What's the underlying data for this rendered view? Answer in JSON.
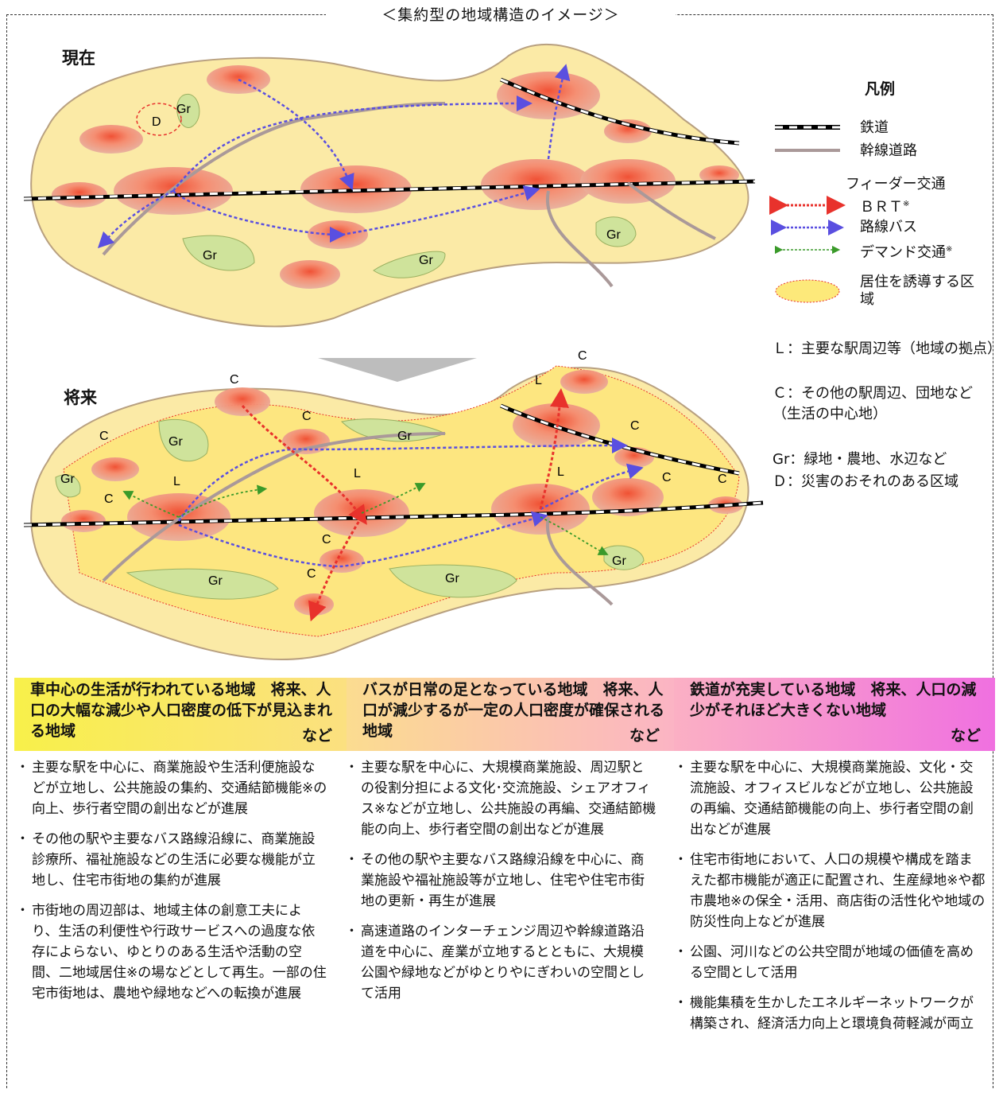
{
  "title": "＜集約型の地域構造のイメージ＞",
  "map_top": {
    "label": "現在"
  },
  "map_bottom": {
    "label": "将来"
  },
  "map_labels": {
    "gr": "Gr",
    "d": "D",
    "l": "L",
    "c": "C"
  },
  "legend": {
    "title": "凡例",
    "items": [
      {
        "text": "鉄道",
        "kind": "railway"
      },
      {
        "text": "幹線道路",
        "kind": "road"
      },
      {
        "text": "フィーダー交通",
        "kind": "heading"
      },
      {
        "text": "ＢＲＴ",
        "note": "※",
        "kind": "brt",
        "color": "#e8322c"
      },
      {
        "text": "路線バス",
        "kind": "bus",
        "color": "#5a4fe0"
      },
      {
        "text": "デマンド交通",
        "note": "※",
        "kind": "demand",
        "color": "#3a9a2a"
      },
      {
        "text": "居住を誘導する区域",
        "kind": "zone",
        "color": "#fde97a"
      }
    ],
    "definitions": [
      {
        "key": "Ｌ",
        "text": "：主要な駅周辺等（地域の拠点）"
      },
      {
        "key": "Ｃ",
        "text": "：その他の駅周辺、団地など（生活の中心地）"
      },
      {
        "key": "Gr",
        "text": "：緑地・農地、水辺など"
      },
      {
        "key": "Ｄ",
        "text": "：災害のおそれのある区域"
      }
    ]
  },
  "columns": [
    {
      "heading": "車中心の生活が行われている地域　将来、人口の大幅な減少や人口密度の低下が見込まれる地域",
      "tag": "など",
      "bullets": [
        "主要な駅を中心に、商業施設や生活利便施設などが立地し、公共施設の集約、交通結節機能※の向上、歩行者空間の創出などが進展",
        "その他の駅や主要なバス路線沿線に、商業施設診療所、福祉施設などの生活に必要な機能が立地し、住宅市街地の集約が進展",
        "市街地の周辺部は、地域主体の創意工夫により、生活の利便性や行政サービスへの過度な依存によらない、ゆとりのある生活や活動の空間、二地域居住※の場などとして再生。一部の住宅市街地は、農地や緑地などへの転換が進展"
      ]
    },
    {
      "heading": "バスが日常の足となっている地域　将来、人口が減少するが一定の人口密度が確保される地域",
      "tag": "など",
      "bullets": [
        "主要な駅を中心に、大規模商業施設、周辺駅との役割分担による文化･交流施設、シェアオフィス※などが立地し、公共施設の再編、交通結節機能の向上、歩行者空間の創出などが進展",
        "その他の駅や主要なバス路線沿線を中心に、商業施設や福祉施設等が立地し、住宅や住宅市街地の更新・再生が進展",
        "高速道路のインターチェンジ周辺や幹線道路沿道を中心に、産業が立地するとともに、大規模公園や緑地などがゆとりやにぎわいの空間として活用"
      ]
    },
    {
      "heading": "鉄道が充実している地域　将来、人口の減少がそれほど大きくない地域",
      "tag": "など",
      "bullets": [
        "主要な駅を中心に、大規模商業施設、文化・交流施設、オフィスビルなどが立地し、公共施設の再編、交通結節機能の向上、歩行者空間の創出などが進展",
        "住宅市街地において、人口の規模や構成を踏まえた都市機能が適正に配置され、生産緑地※や都市農地※の保全・活用、商店街の活性化や地域の防災性向上などが進展",
        "公園、河川などの公共空間が地域の価値を高める空間として活用",
        "機能集積を生かしたエネルギーネットワークが構築され、経済活力向上と環境負荷軽減が両立"
      ]
    }
  ]
}
